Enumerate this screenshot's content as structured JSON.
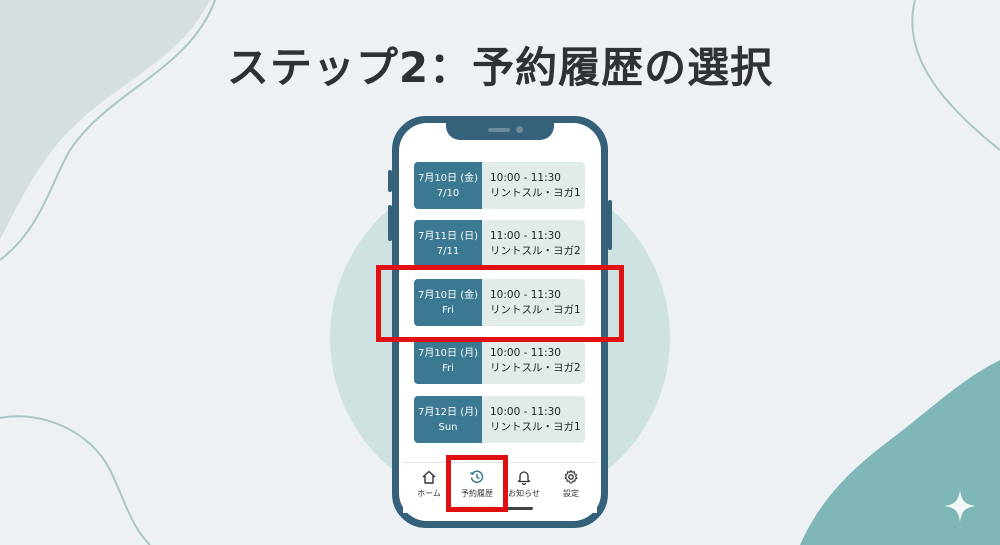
{
  "title": "ステップ2：予約履歴の選択",
  "reservations": [
    {
      "date": "7月10日 (金)",
      "sub": "7/10",
      "time": "10:00 - 11:30",
      "lesson": "リントスル・ヨガ1"
    },
    {
      "date": "7月11日 (日)",
      "sub": "7/11",
      "time": "11:00 - 11:30",
      "lesson": "リントスル・ヨガ2"
    },
    {
      "date": "7月10日 (金)",
      "sub": "Fri",
      "time": "10:00 - 11:30",
      "lesson": "リントスル・ヨガ1"
    },
    {
      "date": "7月10日 (月)",
      "sub": "Fri",
      "time": "10:00 - 11:30",
      "lesson": "リントスル・ヨガ2"
    },
    {
      "date": "7月12日 (月)",
      "sub": "Sun",
      "time": "10:00 - 11:30",
      "lesson": "リントスル・ヨガ1"
    }
  ],
  "tabs": [
    {
      "label": "ホーム",
      "icon": "home-icon"
    },
    {
      "label": "予約履歴",
      "icon": "history-icon"
    },
    {
      "label": "お知らせ",
      "icon": "bell-icon"
    },
    {
      "label": "設定",
      "icon": "gear-icon"
    }
  ],
  "colors": {
    "accent": "#3b7891",
    "highlight": "#e01010",
    "card_bg": "#e1ebea",
    "phone_frame": "#35617a"
  },
  "highlighted": [
    "reservation-row-3",
    "tab-reservation-history"
  ]
}
